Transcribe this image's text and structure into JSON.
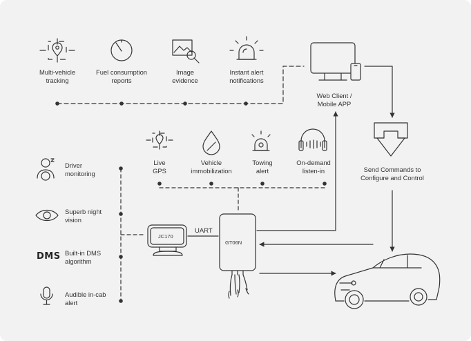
{
  "top_features": [
    {
      "icon": "target-pin-icon",
      "line1": "Multi-vehicle",
      "line2": "tracking"
    },
    {
      "icon": "gauge-icon",
      "line1": "Fuel consumption",
      "line2": "reports"
    },
    {
      "icon": "image-search-icon",
      "line1": "Image",
      "line2": "evidence"
    },
    {
      "icon": "siren-icon",
      "line1": "Instant alert",
      "line2": "notifications"
    }
  ],
  "client": {
    "icon": "desktop-mobile-icon",
    "line1": "Web Client /",
    "line2": "Mobile APP"
  },
  "commands": {
    "icon": "download-arrow-icon",
    "line1": "Send Commands to",
    "line2": "Configure and Control"
  },
  "mid_features": [
    {
      "icon": "gps-target-icon",
      "line1": "Live",
      "line2": "GPS"
    },
    {
      "icon": "water-drop-icon",
      "line1": "Vehicle",
      "line2": "immobilization"
    },
    {
      "icon": "tow-alert-icon",
      "line1": "Towing",
      "line2": "alert"
    },
    {
      "icon": "headphones-icon",
      "line1": "On-demand",
      "line2": "listen-in"
    }
  ],
  "left_features": [
    {
      "icon": "driver-icon",
      "line1": "Driver",
      "line2": "monitoring"
    },
    {
      "icon": "eye-moon-icon",
      "line1": "Superb night",
      "line2": "vision"
    },
    {
      "icon": "dms-text",
      "text": "DMS",
      "line1": "Built-in DMS",
      "line2": "algorithm"
    },
    {
      "icon": "microphone-icon",
      "line1": "Audible in-cab",
      "line2": "alert"
    }
  ],
  "devices": {
    "camera_label": "JC170",
    "tracker_label": "GT06N",
    "link_label": "UART"
  },
  "colors": {
    "background": "#f2f2f3",
    "line": "#333333"
  }
}
